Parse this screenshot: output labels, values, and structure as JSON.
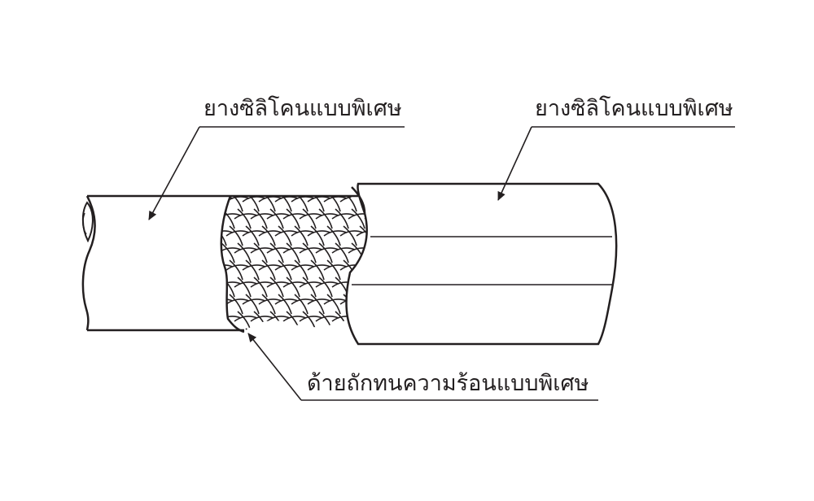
{
  "labels": {
    "inner_layer": "ยางซิลิโคนแบบพิเศษ",
    "outer_layer": "ยางซิลิโคนแบบพิเศษ",
    "braid_layer": "ด้ายถักทนความร้อนแบบพิเศษ"
  },
  "colors": {
    "line": "#231f20",
    "background": "#ffffff"
  }
}
